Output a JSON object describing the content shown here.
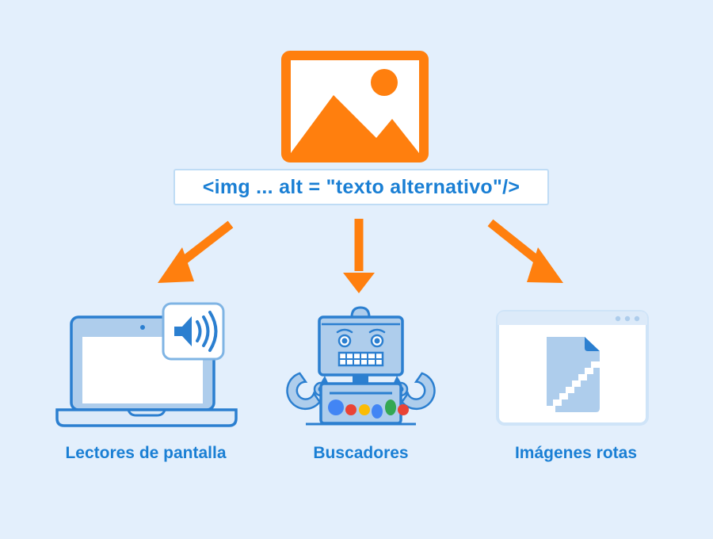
{
  "diagram": {
    "background_color": "#e3effc",
    "accent_color": "#ff7f0e",
    "blue_color": "#1a7fd4",
    "title_code": "<img ... alt = \"texto alternativo\"/>",
    "source_icon_name": "image-placeholder-icon",
    "branches": [
      {
        "id": "screen-readers",
        "label": "Lectores de pantalla",
        "icon_name": "laptop-with-speaker-icon",
        "arrow_name": "arrow-down-left"
      },
      {
        "id": "search-engines",
        "label": "Buscadores",
        "icon_name": "robot-icon",
        "arrow_name": "arrow-down"
      },
      {
        "id": "broken-images",
        "label": "Imágenes rotas",
        "icon_name": "broken-image-window-icon",
        "arrow_name": "arrow-down-right"
      }
    ],
    "robot_dot_colors": [
      "#4285f4",
      "#ea4335",
      "#fbbc05",
      "#4285f4",
      "#34a853",
      "#ea4335"
    ]
  }
}
